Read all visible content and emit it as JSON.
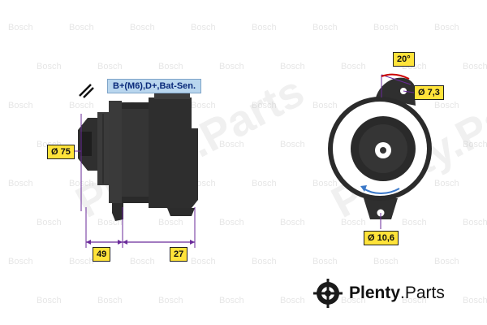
{
  "watermark": {
    "repeat_text": "Bosch",
    "large_text": "Plenty.Parts"
  },
  "labels": {
    "connector": "B+(M6),D+,Bat-Sen.",
    "pulley_diameter": "Ø 75",
    "dim_left": "49",
    "dim_right": "27",
    "angle": "20°",
    "hole_small": "Ø 7,3",
    "hole_large": "Ø 10,6"
  },
  "brand": {
    "name_bold": "Plenty",
    "name_rest": ".Parts"
  },
  "colors": {
    "label_fill": "#ffe33a",
    "connector_fill": "#b9d6ee",
    "dimension_line": "#6a2a9a",
    "body_dark": "#333333",
    "angle_marker": "#cc0000"
  }
}
